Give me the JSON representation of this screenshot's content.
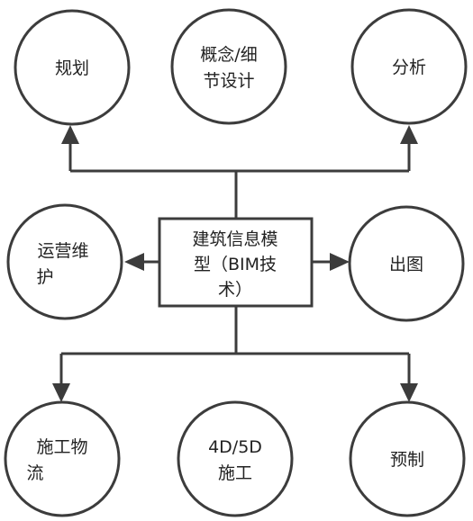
{
  "center": {
    "lines": [
      "建筑信息模",
      "型（BIM技",
      "术）"
    ]
  },
  "nodes": [
    {
      "id": "planning",
      "lines": [
        "规划"
      ]
    },
    {
      "id": "concept-detail-design",
      "lines": [
        "概念/细",
        "节设计"
      ]
    },
    {
      "id": "analysis",
      "lines": [
        "分析"
      ]
    },
    {
      "id": "operation-maintenance",
      "lines": [
        "运营维",
        "护"
      ]
    },
    {
      "id": "drawing-output",
      "lines": [
        "出图"
      ]
    },
    {
      "id": "construction-logistics",
      "lines": [
        "施工物",
        "流"
      ]
    },
    {
      "id": "4d-5d-construction",
      "lines": [
        "4D/5D",
        "施工"
      ]
    },
    {
      "id": "prefabrication",
      "lines": [
        "预制"
      ]
    }
  ]
}
